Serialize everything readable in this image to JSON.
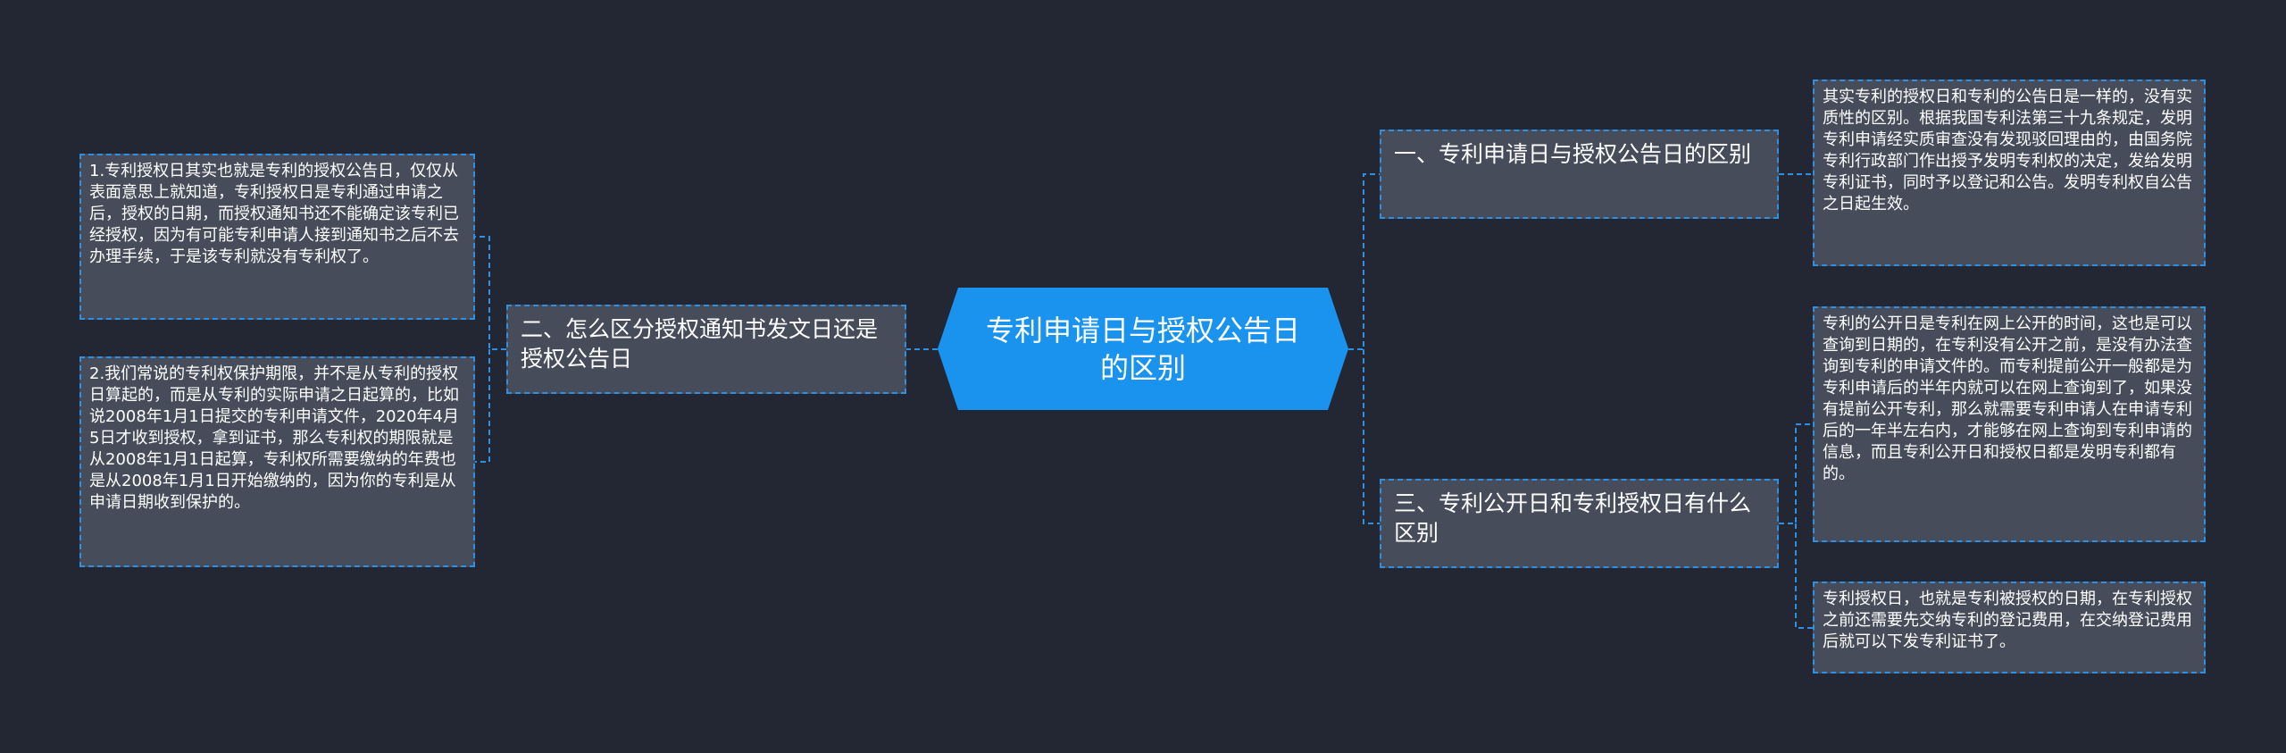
{
  "colors": {
    "background": "#232733",
    "root_fill": "#1a93ef",
    "node_fill": "#464c59",
    "connector": "#2f8fe0"
  },
  "root": {
    "label": "专利申请日与授权公告日的区别"
  },
  "branches": [
    {
      "label": "一、专利申请日与授权公告日的区别",
      "leaves": [
        "其实专利的授权日和专利的公告日是一样的，没有实质性的区别。根据我国专利法第三十九条规定，发明专利申请经实质审查没有发现驳回理由的，由国务院专利行政部门作出授予发明专利权的决定，发给发明专利证书，同时予以登记和公告。发明专利权自公告之日起生效。"
      ]
    },
    {
      "label": "二、怎么区分授权通知书发文日还是授权公告日",
      "leaves": [
        "1.专利授权日其实也就是专利的授权公告日，仅仅从表面意思上就知道，专利授权日是专利通过申请之后，授权的日期，而授权通知书还不能确定该专利已经授权，因为有可能专利申请人接到通知书之后不去办理手续，于是该专利就没有专利权了。",
        "2.我们常说的专利权保护期限，并不是从专利的授权日算起的，而是从专利的实际申请之日起算的，比如说2008年1月1日提交的专利申请文件，2020年4月5日才收到授权，拿到证书，那么专利权的期限就是从2008年1月1日起算，专利权所需要缴纳的年费也是从2008年1月1日开始缴纳的，因为你的专利是从申请日期收到保护的。"
      ]
    },
    {
      "label": "三、专利公开日和专利授权日有什么区别",
      "leaves": [
        "专利的公开日是专利在网上公开的时间，这也是可以查询到日期的，在专利没有公开之前，是没有办法查询到专利的申请文件的。而专利提前公开一般都是为专利申请后的半年内就可以在网上查询到了，如果没有提前公开专利，那么就需要专利申请人在申请专利后的一年半左右内，才能够在网上查询到专利申请的信息，而且专利公开日和授权日都是发明专利都有的。",
        "专利授权日，也就是专利被授权的日期，在专利授权之前还需要先交纳专利的登记费用，在交纳登记费用后就可以下发专利证书了。"
      ]
    }
  ]
}
